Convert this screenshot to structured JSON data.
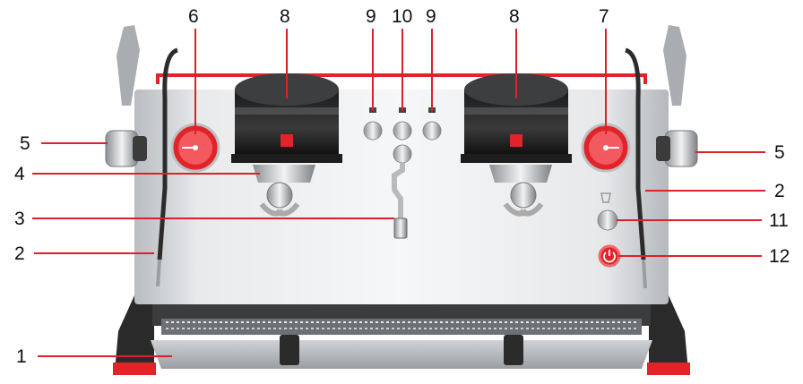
{
  "callouts": [
    {
      "id": "1",
      "label": "1"
    },
    {
      "id": "2-left",
      "label": "2"
    },
    {
      "id": "2-right",
      "label": "2"
    },
    {
      "id": "3",
      "label": "3"
    },
    {
      "id": "4",
      "label": "4"
    },
    {
      "id": "5-left",
      "label": "5"
    },
    {
      "id": "5-right",
      "label": "5"
    },
    {
      "id": "6",
      "label": "6"
    },
    {
      "id": "7",
      "label": "7"
    },
    {
      "id": "8-left",
      "label": "8"
    },
    {
      "id": "8-right",
      "label": "8"
    },
    {
      "id": "9-left",
      "label": "9"
    },
    {
      "id": "10",
      "label": "10"
    },
    {
      "id": "9-right",
      "label": "9"
    },
    {
      "id": "11",
      "label": "11"
    },
    {
      "id": "12",
      "label": "12"
    }
  ],
  "colors": {
    "accent": "#e0242a",
    "steel": "#c9ccd0",
    "dark": "#222222",
    "leader": "#d8232a"
  }
}
